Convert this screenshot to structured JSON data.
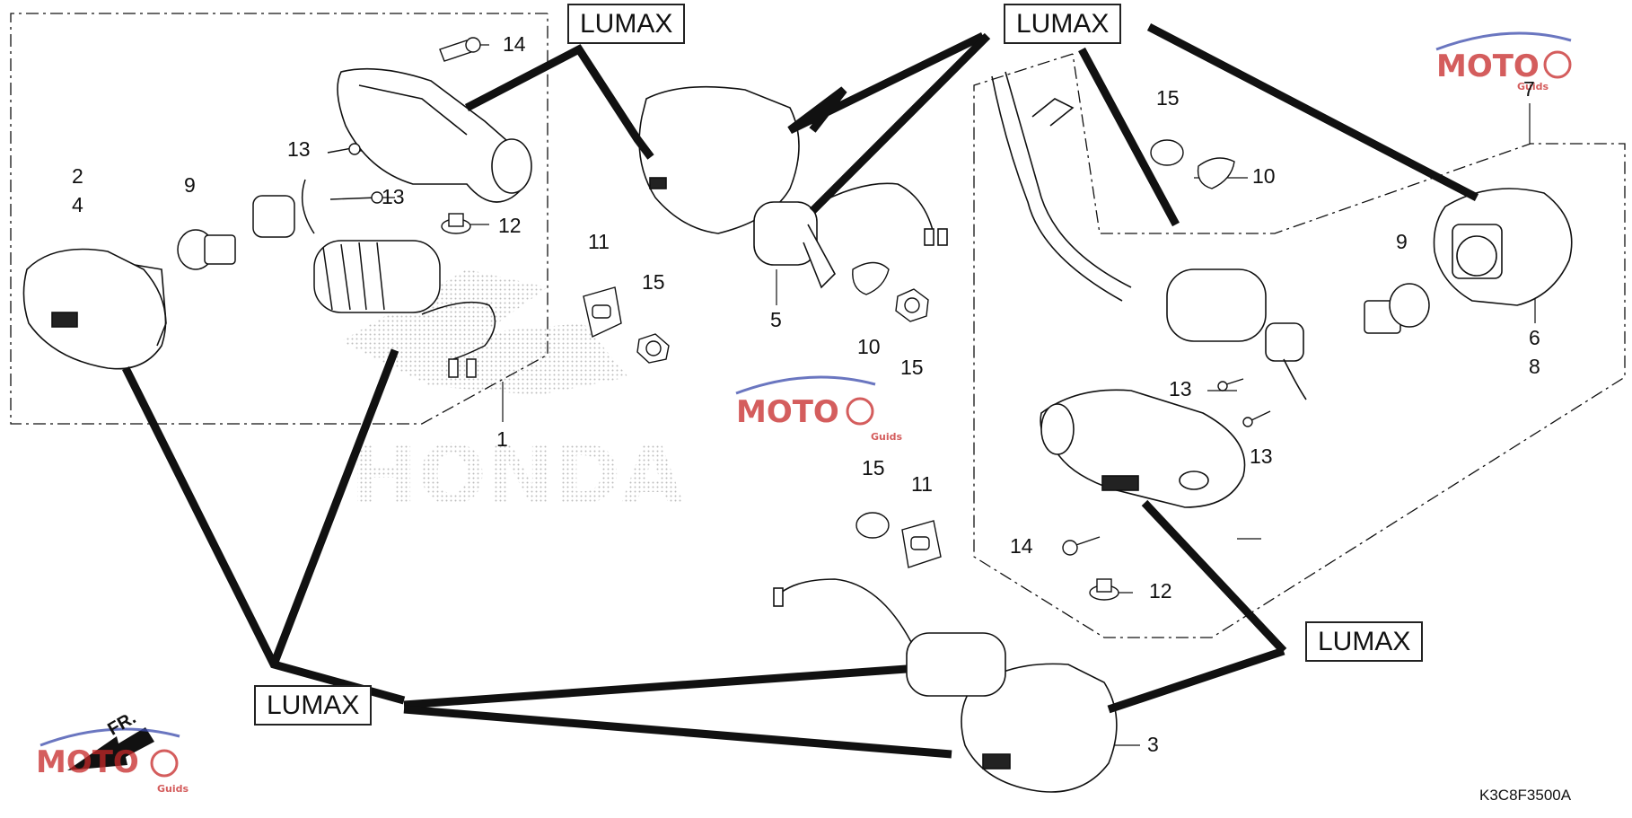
{
  "diagram": {
    "code": "K3C8F3500A",
    "front_label": "FR.",
    "lumax_labels": [
      "LUMAX",
      "LUMAX",
      "LUMAX",
      "LUMAX"
    ],
    "watermark": {
      "logo_text": "MOTO",
      "sub_text": "Guids",
      "brand_text": "HONDA"
    },
    "callouts": {
      "c1": "1",
      "c2": "2",
      "c4": "4",
      "c3": "3",
      "c5": "5",
      "c6": "6",
      "c7": "7",
      "c8": "8",
      "c9a": "9",
      "c9b": "9",
      "c10a": "10",
      "c10b": "10",
      "c11a": "11",
      "c11b": "11",
      "c12a": "12",
      "c12b": "12",
      "c13a": "13",
      "c13b": "13",
      "c13c": "13",
      "c13d": "13",
      "c14a": "14",
      "c14b": "14",
      "c15a": "15",
      "c15b": "15",
      "c15c": "15",
      "c15d": "15"
    },
    "colors": {
      "line": "#111111",
      "watermark_red": "#c62828",
      "watermark_blue": "#3949ab",
      "dots": "#bdbdbd"
    }
  }
}
